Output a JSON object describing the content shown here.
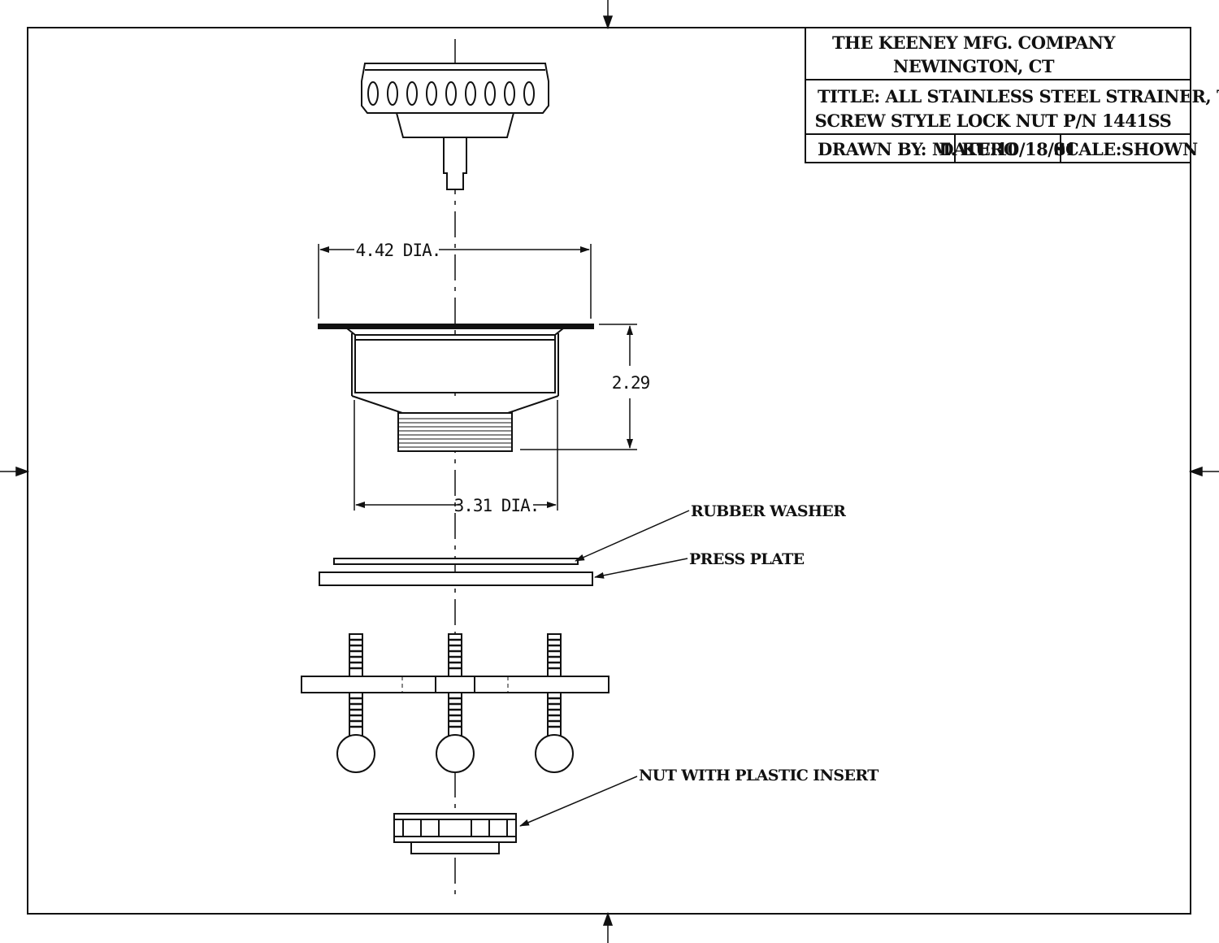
{
  "title_block": {
    "company": "THE KEENEY MFG. COMPANY",
    "location": "NEWINGTON, CT",
    "title_line1": "TITLE: ALL STAINLESS STEEL STRAINER, THUMB",
    "title_line2": "SCREW STYLE LOCK NUT  P/N 1441SS",
    "drawn_by": "DRAWN BY: M. KURO",
    "date": "DATE:10/18/01",
    "scale": "SCALE:SHOWN"
  },
  "dimensions": {
    "flange_diameter": "4.42 DIA.",
    "height": "2.29",
    "body_diameter": "3.31 DIA."
  },
  "callouts": {
    "rubber_washer": "RUBBER WASHER",
    "press_plate": "PRESS PLATE",
    "nut": "NUT WITH PLASTIC INSERT"
  }
}
